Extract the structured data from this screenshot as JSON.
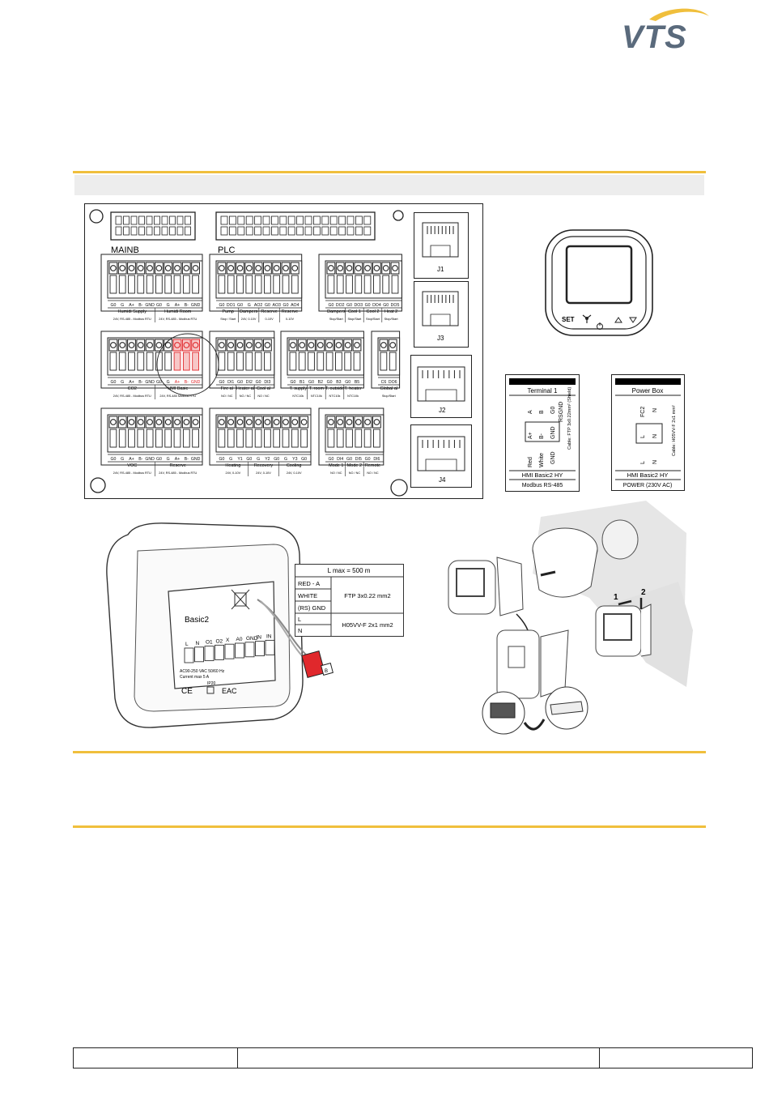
{
  "brand": {
    "logo_text": "VTS",
    "accent_color": "#f0bf3c"
  },
  "board": {
    "connectors_top": [
      "MAINB",
      "PLC"
    ],
    "rj": [
      "J1",
      "J3",
      "J2",
      "J4"
    ],
    "row1": {
      "block1": {
        "pins": [
          "G0",
          "G",
          "A+",
          "B-",
          "GND",
          "G0",
          "G",
          "A+",
          "B-",
          "GND"
        ],
        "groups": [
          "Humidi Supply",
          "Humidi Room"
        ],
        "notes": [
          "24V, RS-485 - Modbus RTU",
          "24V, RS-485 - Modbus RTU"
        ]
      },
      "block2": {
        "pins": [
          "G0",
          "DO1",
          "G0",
          "G",
          "AO2",
          "G0",
          "AO3",
          "G0",
          "AO4"
        ],
        "groups": [
          "Pump",
          "Dampers",
          "Reserve",
          "Reserve"
        ],
        "notes": [
          "Stop / Start",
          "24V, 0-10V",
          "0-10V",
          "0-10V"
        ]
      },
      "block3": {
        "pins": [
          "G0",
          "DO2",
          "G0",
          "DO3",
          "G0",
          "DO4",
          "G0",
          "DO5"
        ],
        "groups": [
          "Dampers",
          "Cool 1",
          "Cool 2",
          "Heat 2"
        ],
        "notes": [
          "Stop/Start",
          "Stop/Start",
          "Stop/Start",
          "Stop/Start"
        ]
      }
    },
    "row2": {
      "block1": {
        "pins": [
          "G0",
          "G",
          "A+",
          "B-",
          "GND",
          "G0",
          "G",
          "A+",
          "B-",
          "GND"
        ],
        "groups": [
          "CO2",
          "HMI Basic"
        ],
        "notes": [
          "24V, RS-485 - Modbus RTU",
          "24V, RS-485 Modbus RTU"
        ]
      },
      "block2": {
        "pins": [
          "G0",
          "DI1",
          "G0",
          "DI2",
          "G0",
          "DI3"
        ],
        "groups": [
          "Fire al",
          "Heater al",
          "Cool al"
        ],
        "notes": [
          "NO / NC",
          "NO / NC",
          "NO / NC"
        ]
      },
      "block3": {
        "pins": [
          "G0",
          "B1",
          "G0",
          "B2",
          "G0",
          "B3",
          "G0",
          "B5"
        ],
        "groups": [
          "T. supply",
          "T. room",
          "T. outside",
          "T. heater"
        ],
        "notes": [
          "NTC10k",
          "NTC10k",
          "NTC10k",
          "NTC10k"
        ]
      },
      "block4": {
        "pins": [
          "C6",
          "DO6"
        ],
        "groups": [
          "Global al"
        ],
        "notes": [
          "Stop/Start"
        ]
      }
    },
    "row3": {
      "block1": {
        "pins": [
          "G0",
          "G",
          "A+",
          "B-",
          "GND",
          "G0",
          "G",
          "A+",
          "B-",
          "GND"
        ],
        "groups": [
          "VOC",
          "Reserve"
        ],
        "notes": [
          "24V, RS-485 - Modbus RTU",
          "24V, RS-485 - Modbus RTU"
        ]
      },
      "block2": {
        "pins": [
          "G0",
          "G",
          "Y1",
          "G0",
          "G",
          "Y2",
          "G0",
          "G",
          "Y3",
          "G0"
        ],
        "groups": [
          "Heating",
          "Recovery",
          "Cooling"
        ],
        "notes": [
          "24V, 0-10V",
          "24V, 0-10V",
          "24V, 0-10V"
        ]
      },
      "block3": {
        "pins": [
          "G0",
          "DI4",
          "G0",
          "DI5",
          "G0",
          "DI6"
        ],
        "groups": [
          "Mode 1",
          "Mode 2",
          "Remote"
        ],
        "notes": [
          "NO / NC",
          "NO / NC",
          "NO / NC"
        ]
      }
    }
  },
  "panel": {
    "set": "SET"
  },
  "terminal1": {
    "title": "Terminal 1",
    "top_labels": [
      "A",
      "B",
      "G0",
      "RSGND"
    ],
    "mid_labels": [
      "A+",
      "B-",
      "GND"
    ],
    "wire_labels": [
      "Red",
      "White",
      "GND"
    ],
    "cable": "Cable: FTP 3x0.22mm² (Shield)",
    "model": "HMI Basic2 HY",
    "proto": "Modbus RS-485"
  },
  "powerbox": {
    "title": "Power Box",
    "top_labels": [
      "FC2",
      "N"
    ],
    "mid_labels": [
      "L",
      "N"
    ],
    "wire_labels": [
      "L",
      "N"
    ],
    "cable": "Cable: H05VV-F 2x1 mm²",
    "model": "HMI Basic2 HY",
    "power": "POWER (230V AC)"
  },
  "device": {
    "label": "Basic2",
    "terminals": [
      "L",
      "N",
      "O1",
      "O2",
      "X",
      "A0",
      "GND",
      "IN",
      "IN"
    ],
    "spec1": "AC90-250 VAC 50/60 Hz",
    "spec2": "Current max 5 A",
    "ip": "IP20",
    "marks": [
      "CE",
      "EAC"
    ],
    "plug": "B"
  },
  "cable_table": {
    "header": "L max = 500 m",
    "rows": [
      "RED - A",
      "WHITE",
      "(RS) GND",
      "L",
      "N"
    ],
    "ftp": "FTP 3x0.22 mm2",
    "h05": "H05VV-F 2x1 mm2"
  },
  "mount": {
    "steps": [
      "1",
      "2"
    ]
  }
}
